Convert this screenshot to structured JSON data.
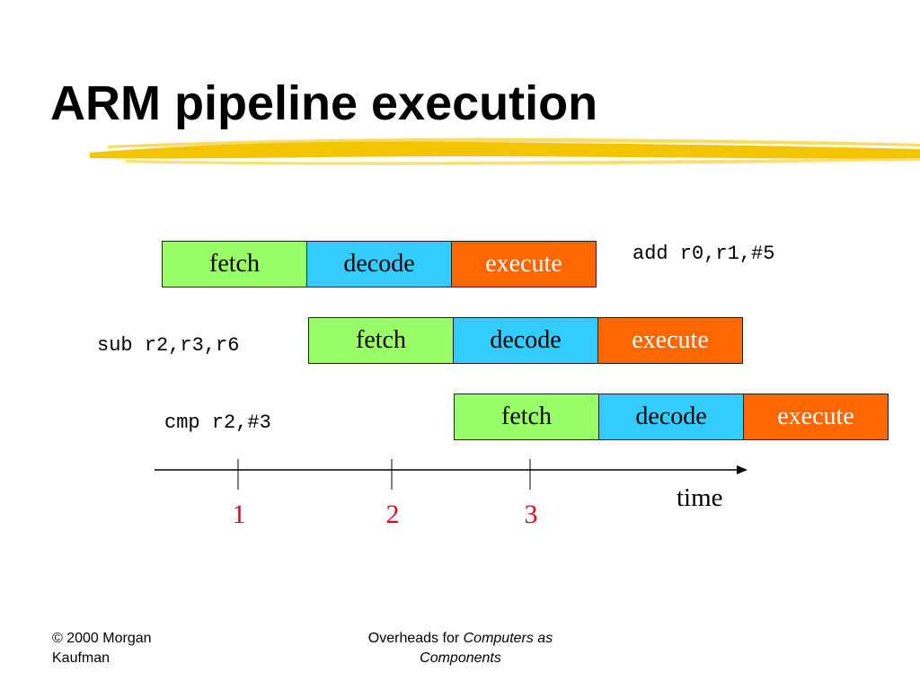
{
  "slide": {
    "title": "ARM pipeline execution",
    "accent_stroke_color": "#F5C400"
  },
  "colors": {
    "fetch": "#99FF66",
    "decode": "#33CCFF",
    "execute": "#FF6600",
    "tick_label": "#E8001C"
  },
  "pipeline": {
    "rows": [
      {
        "instruction": "add r0,r1,#5",
        "stages": [
          "fetch",
          "decode",
          "execute"
        ]
      },
      {
        "instruction": "sub r2,r3,r6",
        "stages": [
          "fetch",
          "decode",
          "execute"
        ]
      },
      {
        "instruction": "cmp r2,#3",
        "stages": [
          "fetch",
          "decode",
          "execute"
        ]
      }
    ]
  },
  "timeline": {
    "axis_label": "time",
    "ticks": [
      "1",
      "2",
      "3"
    ]
  },
  "footer": {
    "copyright_line1": "© 2000 Morgan",
    "copyright_line2": "Kaufman",
    "overheads_prefix": "Overheads for ",
    "overheads_title_part1": "Computers as",
    "overheads_title_part2": "Components"
  }
}
